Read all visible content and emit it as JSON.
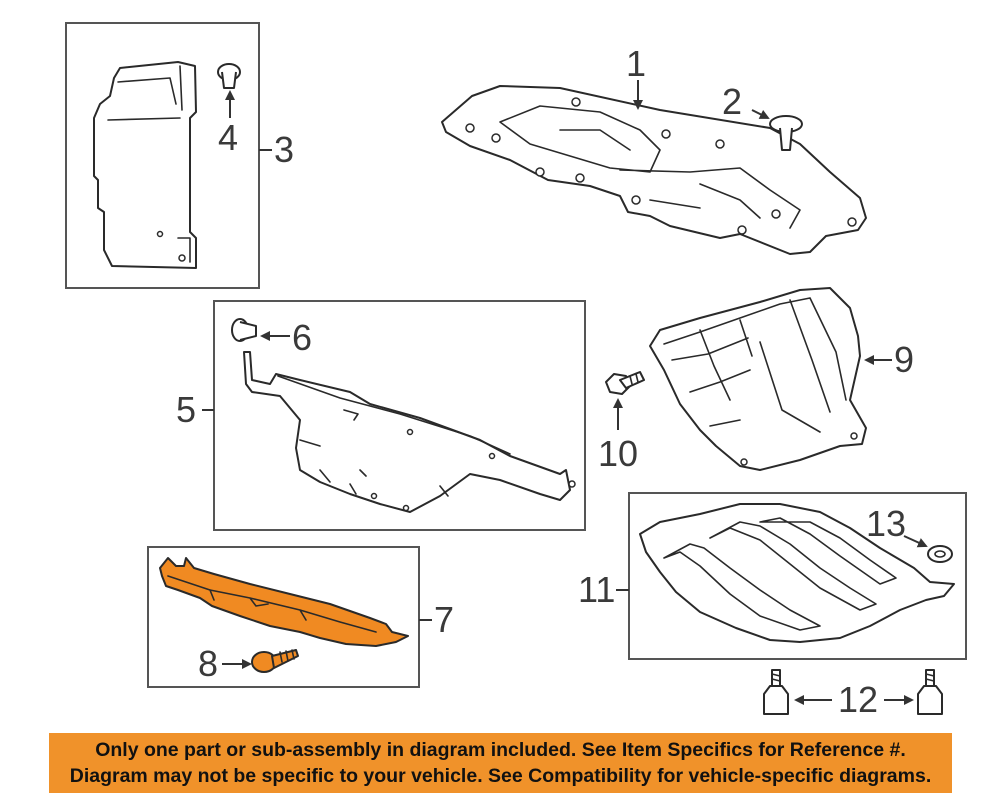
{
  "callouts": {
    "c1": "1",
    "c2": "2",
    "c3": "3",
    "c4": "4",
    "c5": "5",
    "c6": "6",
    "c7": "7",
    "c8": "8",
    "c9": "9",
    "c10": "10",
    "c11": "11",
    "c12": "12",
    "c13": "13"
  },
  "banner": {
    "line1": "Only one part or sub-assembly in diagram included. See Item Specifics for Reference #.",
    "line2": "Diagram may not be specific to your vehicle. See Compatibility for vehicle-specific diagrams."
  },
  "colors": {
    "highlight": "#f08a22",
    "banner": "#f0922a"
  }
}
